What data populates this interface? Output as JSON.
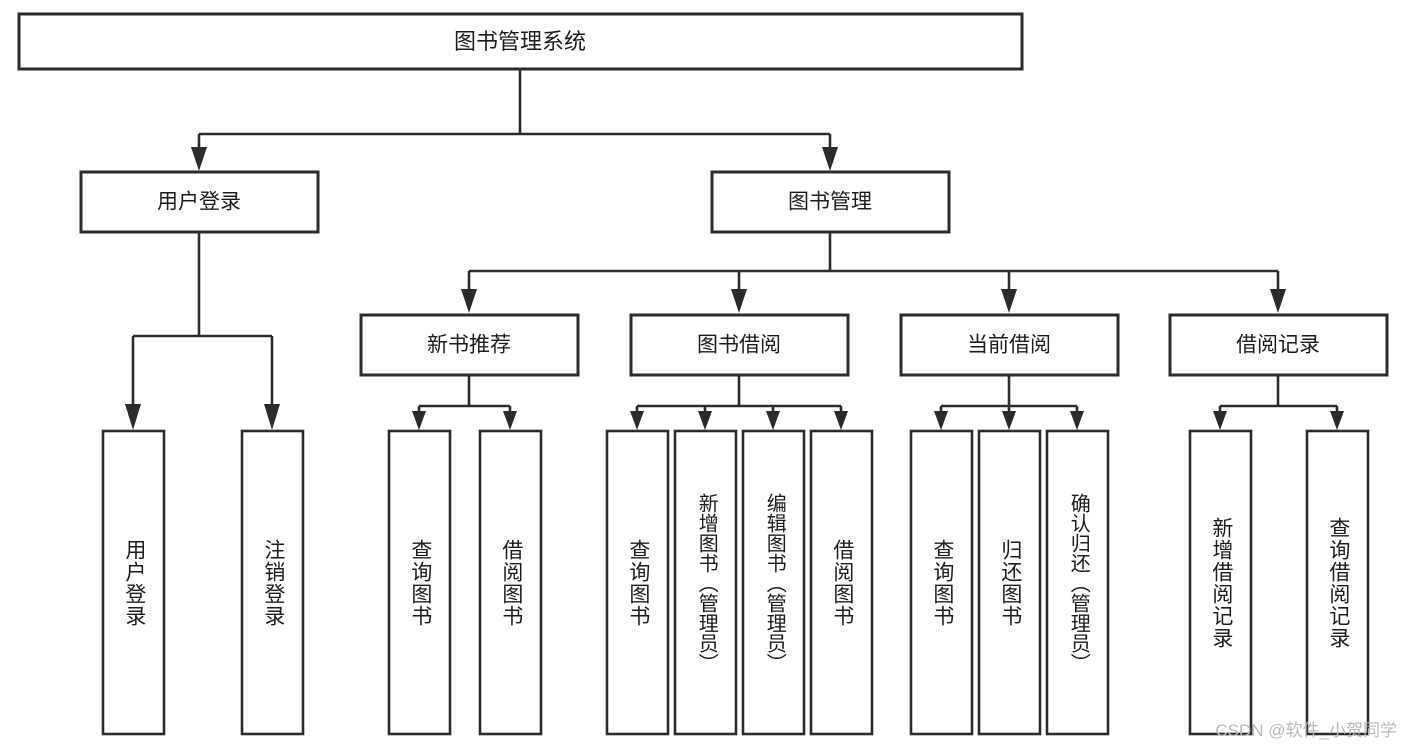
{
  "diagram": {
    "type": "tree-hierarchy",
    "title": "图书管理系统",
    "root": {
      "id": "root",
      "label": "图书管理系统"
    },
    "level2": [
      {
        "id": "user-login",
        "label": "用户登录"
      },
      {
        "id": "book-manage",
        "label": "图书管理"
      }
    ],
    "level3": [
      {
        "id": "new-book-recommend",
        "label": "新书推荐",
        "parent": "book-manage"
      },
      {
        "id": "book-borrow",
        "label": "图书借阅",
        "parent": "book-manage"
      },
      {
        "id": "current-borrow",
        "label": "当前借阅",
        "parent": "book-manage"
      },
      {
        "id": "borrow-record",
        "label": "借阅记录",
        "parent": "book-manage"
      }
    ],
    "leaves": {
      "user_login": [
        {
          "id": "leaf-user-login",
          "label": "用户登录"
        },
        {
          "id": "leaf-user-logout",
          "label": "注销登录"
        }
      ],
      "new_book_recommend": [
        {
          "id": "leaf-query-book-1",
          "label": "查询图书"
        },
        {
          "id": "leaf-borrow-book-1",
          "label": "借阅图书"
        }
      ],
      "book_borrow": [
        {
          "id": "leaf-query-book-2",
          "label": "查询图书"
        },
        {
          "id": "leaf-add-book",
          "label": "新增图书（管理员）"
        },
        {
          "id": "leaf-edit-book",
          "label": "编辑图书（管理员）"
        },
        {
          "id": "leaf-borrow-book-2",
          "label": "借阅图书"
        }
      ],
      "current_borrow": [
        {
          "id": "leaf-query-book-3",
          "label": "查询图书"
        },
        {
          "id": "leaf-return-book",
          "label": "归还图书"
        },
        {
          "id": "leaf-confirm-return",
          "label": "确认归还（管理员）"
        }
      ],
      "borrow_record": [
        {
          "id": "leaf-add-record",
          "label": "新增借阅记录"
        },
        {
          "id": "leaf-query-record",
          "label": "查询借阅记录"
        }
      ]
    },
    "colors": {
      "stroke": "#2b2b2b",
      "fill": "#ffffff",
      "text": "#1c1c1c",
      "watermark": "#b9b9b9"
    }
  },
  "watermark": {
    "text": "CSDN @软件_小贺同学"
  }
}
